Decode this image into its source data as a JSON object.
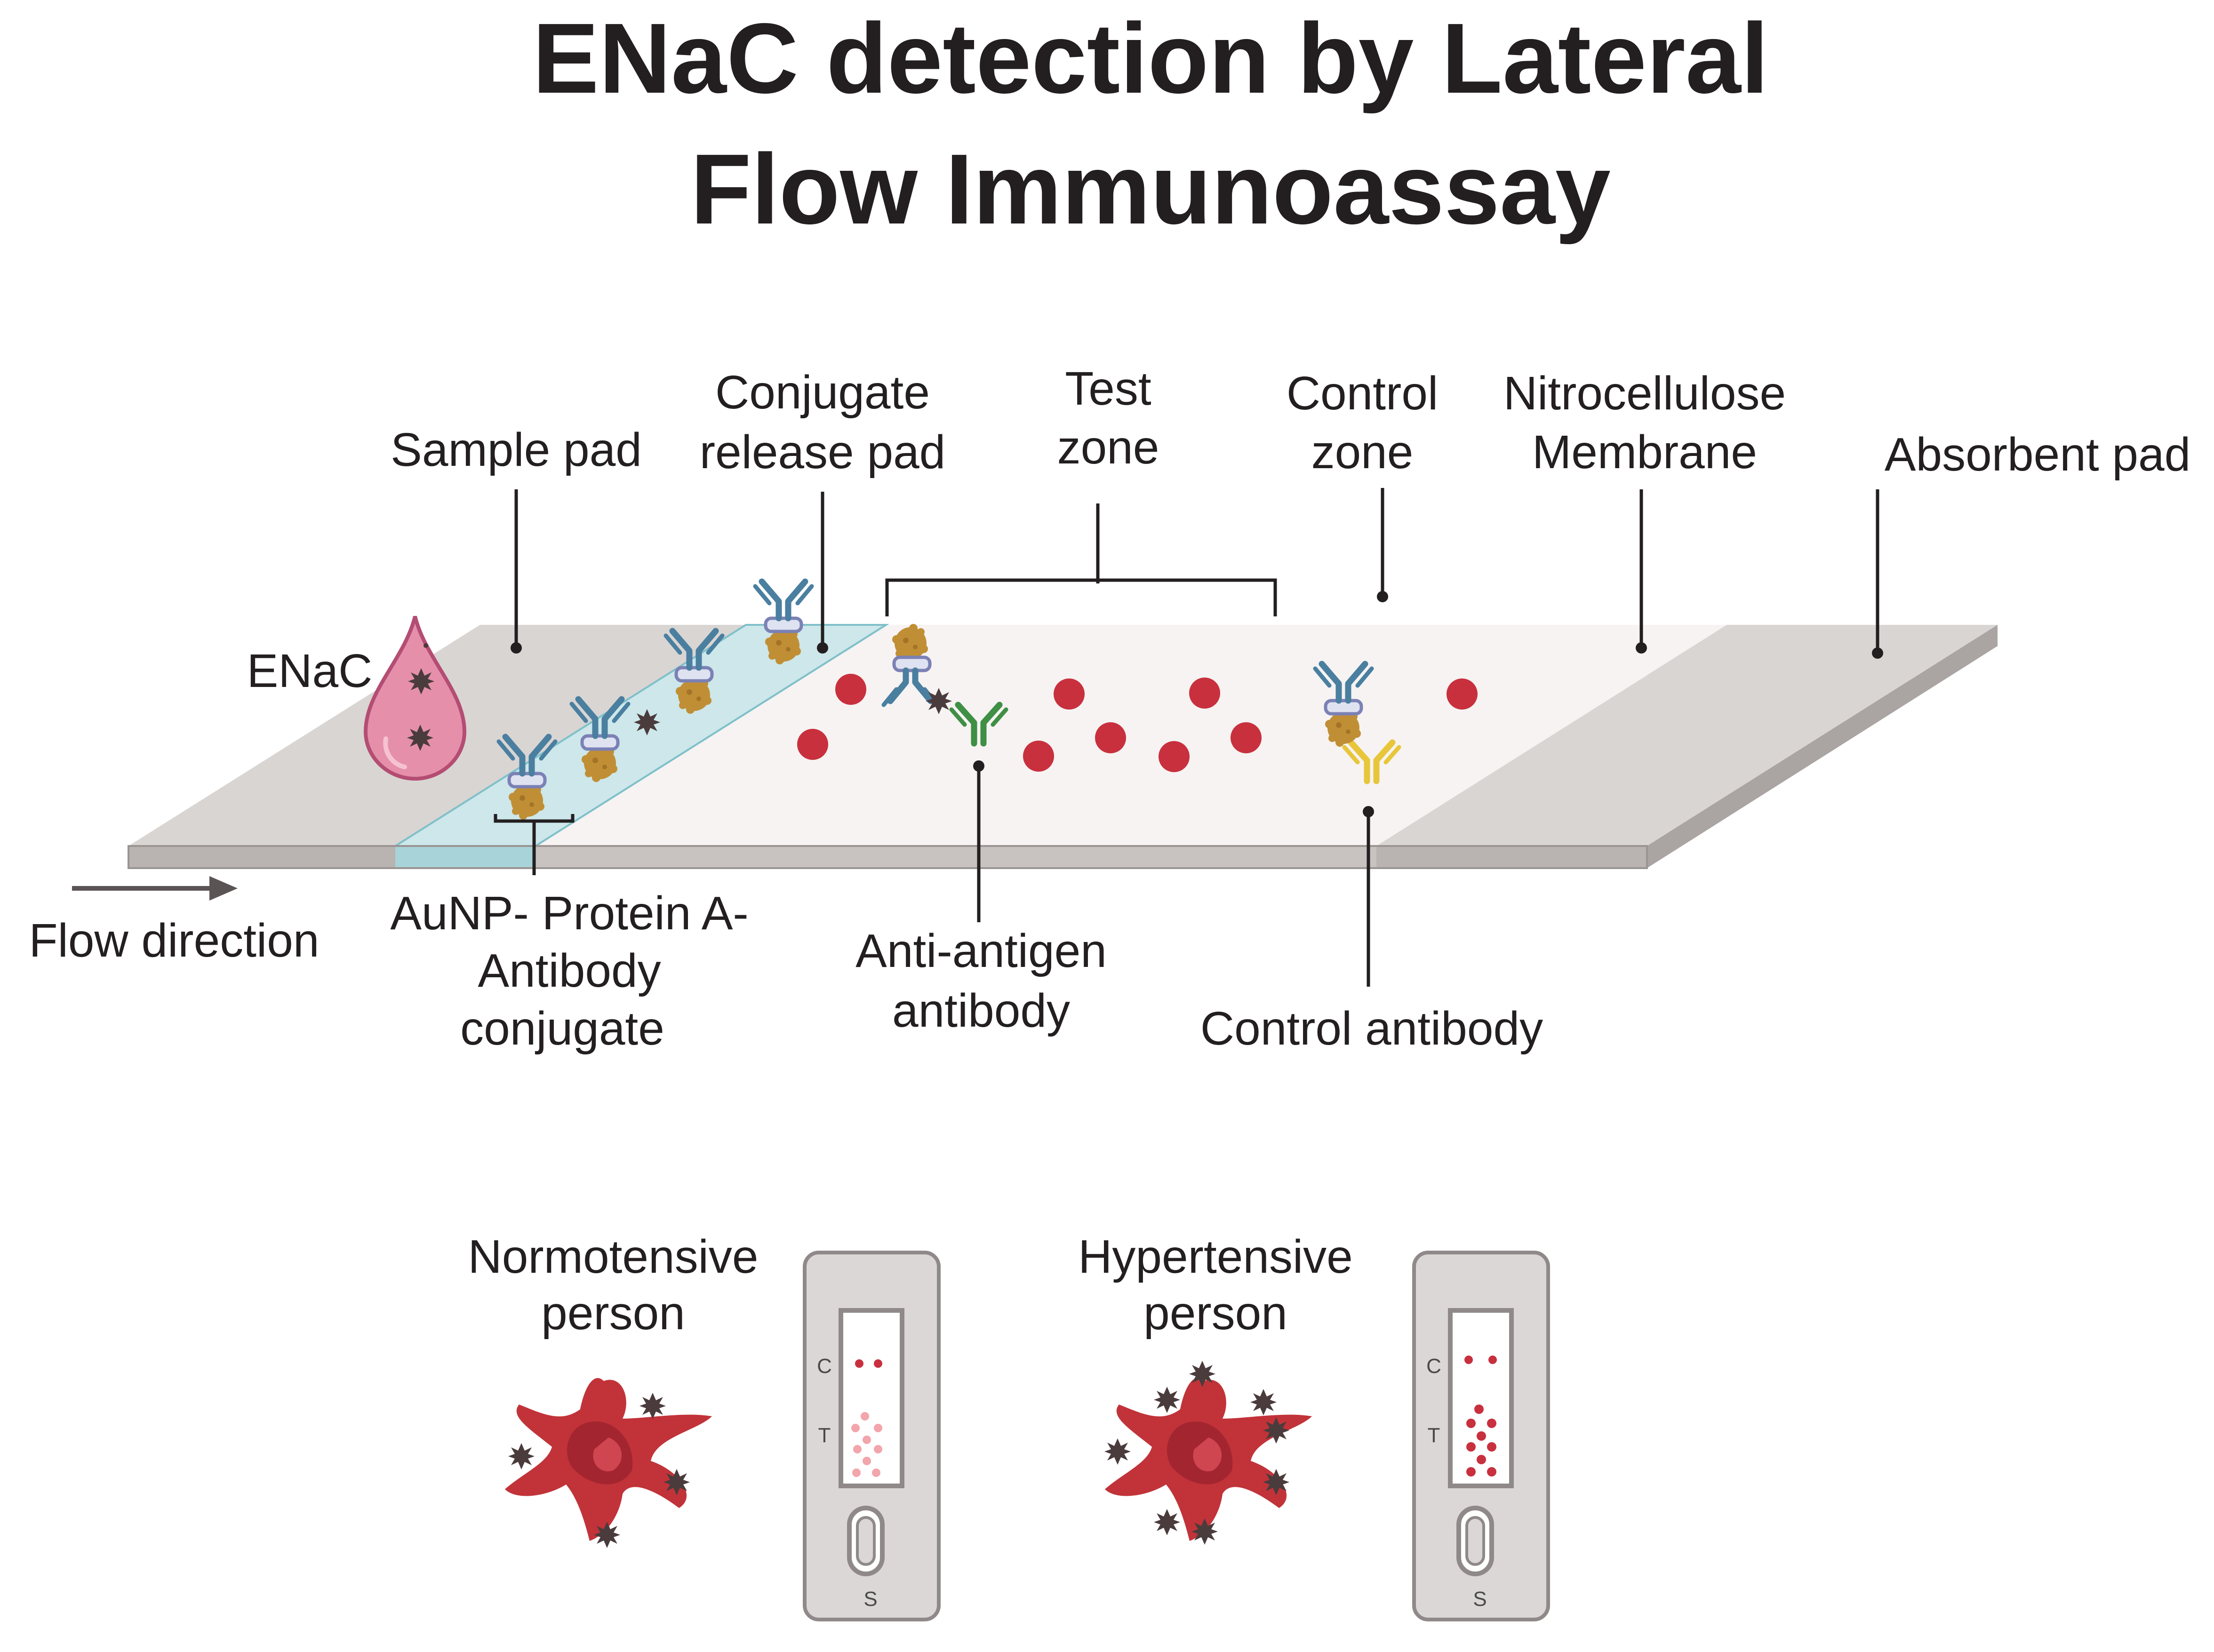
{
  "title": {
    "line1": "ENaC detection by Lateral",
    "line2": "Flow Immunoassay"
  },
  "labels": {
    "sample_pad": "Sample pad",
    "conjugate_release_pad": [
      "Conjugate",
      "release pad"
    ],
    "test_zone": [
      "Test",
      "zone"
    ],
    "control_zone": [
      "Control",
      "zone"
    ],
    "nitrocellulose_membrane": [
      "Nitrocellulose",
      "Membrane"
    ],
    "absorbent_pad": "Absorbent pad",
    "enac": "ENaC",
    "flow_direction": "Flow direction",
    "aunp_conjugate": [
      "AuNP- Protein A-",
      "Antibody",
      "conjugate"
    ],
    "anti_antigen_antibody": [
      "Anti-antigen",
      "antibody"
    ],
    "control_antibody": "Control antibody"
  },
  "results": [
    {
      "person": [
        "Normotensive",
        "person"
      ],
      "test_line": "faint"
    },
    {
      "person": [
        "Hypertensive",
        "person"
      ],
      "test_line": "strong"
    }
  ],
  "cassette_labels": {
    "control": "C",
    "test": "T",
    "sample": "S"
  },
  "colors": {
    "strip_pad": "#d9d5d3",
    "strip_membrane": "#f6f3f2",
    "conjugate_pad": "#cde7ea",
    "gold_particle": "#c08f35",
    "red_dot": "#c8303e",
    "enac_antigen": "#4a3b3c",
    "antibody_blue": "#4a7fa0",
    "antibody_green": "#3f8f45",
    "antibody_yellow": "#e8c63a",
    "droplet": "#e58fab",
    "cell": "#c13339",
    "text": "#231f20"
  }
}
